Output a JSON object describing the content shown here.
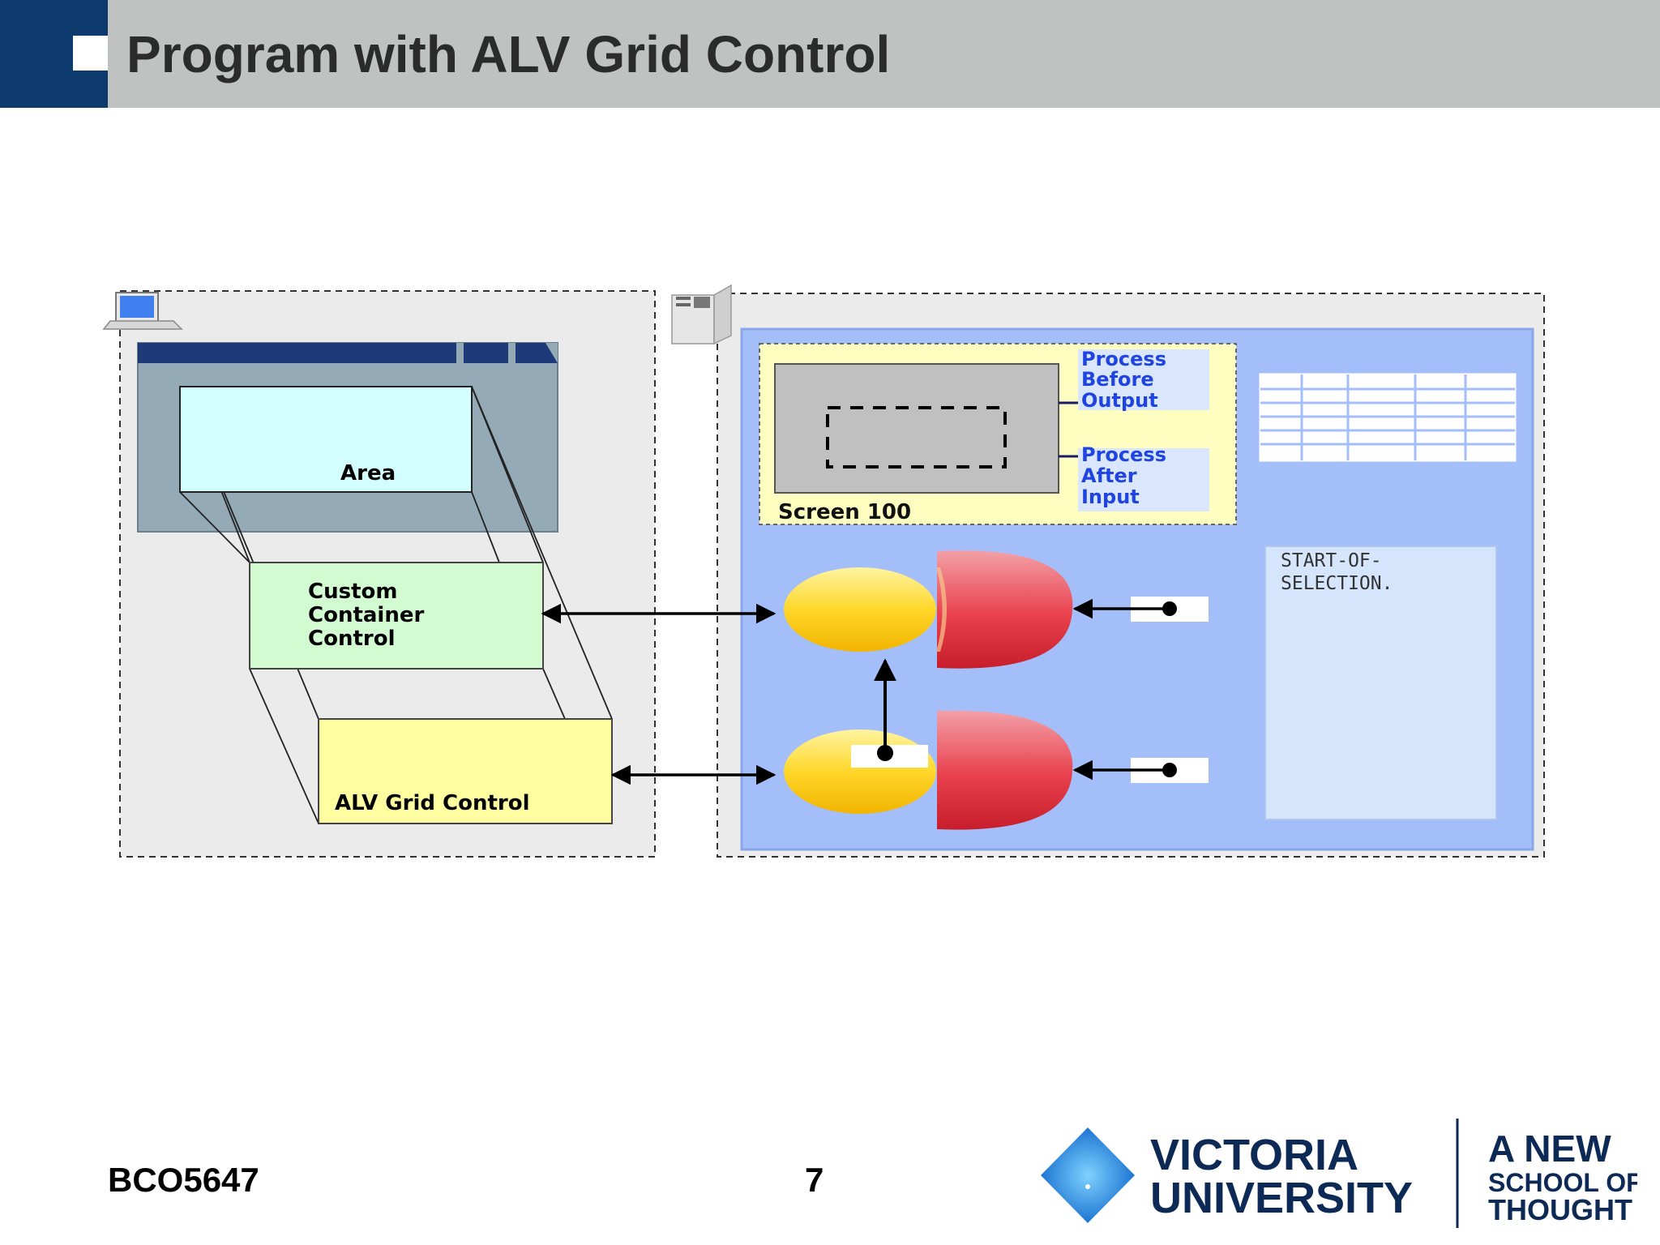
{
  "slide": {
    "title": "Program with ALV Grid Control"
  },
  "diagram": {
    "area_label": "Area",
    "custom_container_lines": [
      "Custom",
      "Container",
      "Control"
    ],
    "alv_grid_label": "ALV Grid Control",
    "screen_label": "Screen 100",
    "pbo_lines": [
      "Process",
      "Before",
      "Output"
    ],
    "pai_lines": [
      "Process",
      "After",
      "Input"
    ],
    "code_lines": [
      "START-OF-",
      "SELECTION."
    ],
    "icons": [
      "computer-icon",
      "server-icon"
    ]
  },
  "footer": {
    "course_code": "BCO5647",
    "page_number": "7"
  },
  "logo": {
    "line1": "VICTORIA",
    "line2": "UNIVERSITY",
    "tag1": "A NEW",
    "tag2": "SCHOOL OF",
    "tag3": "THOUGHT"
  },
  "colors": {
    "header_navy": "#0d3b6e",
    "header_gray": "#c0c1c1",
    "panel_blue": "#a4befa",
    "container_green": "#d2fbd2",
    "alv_yellow": "#fefea0"
  }
}
